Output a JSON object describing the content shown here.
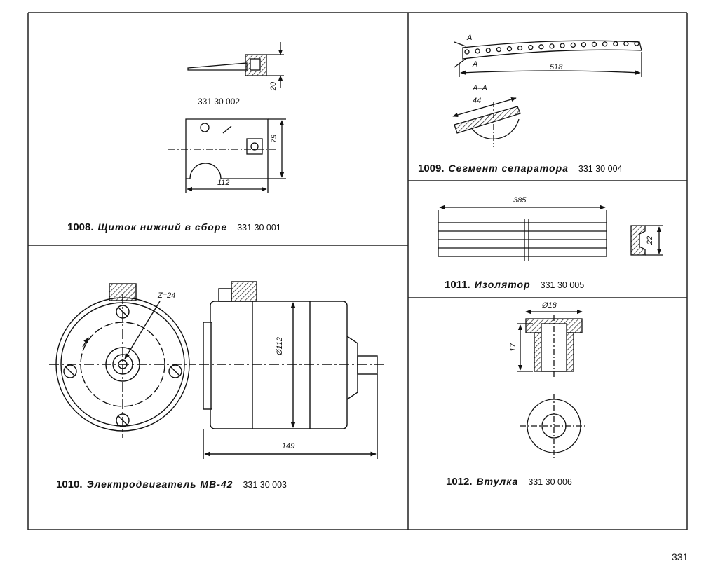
{
  "page_number": "331",
  "panels": {
    "p1008": {
      "number": "1008.",
      "title": "Щиток нижний в сборе",
      "code": "331 30 001",
      "part_code": "331 30 002",
      "dims": {
        "height": "20",
        "width_dim": "79",
        "length": "112"
      }
    },
    "p1009": {
      "number": "1009.",
      "title": "Сегмент сепаратора",
      "code": "331 30 004",
      "section_mark": "А",
      "section_title": "А–А",
      "dims": {
        "length": "518",
        "width": "44"
      }
    },
    "p1010": {
      "number": "1010.",
      "title": "Электродвигатель МВ-42",
      "code": "331 30 003",
      "dims": {
        "teeth": "Z=24",
        "diameter": "Ø112",
        "length": "149"
      }
    },
    "p1011": {
      "number": "1011.",
      "title": "Изолятор",
      "code": "331 30 005",
      "dims": {
        "length": "385",
        "height": "22"
      }
    },
    "p1012": {
      "number": "1012.",
      "title": "Втулка",
      "code": "331 30 006",
      "dims": {
        "diameter": "Ø18",
        "height": "17"
      }
    }
  }
}
